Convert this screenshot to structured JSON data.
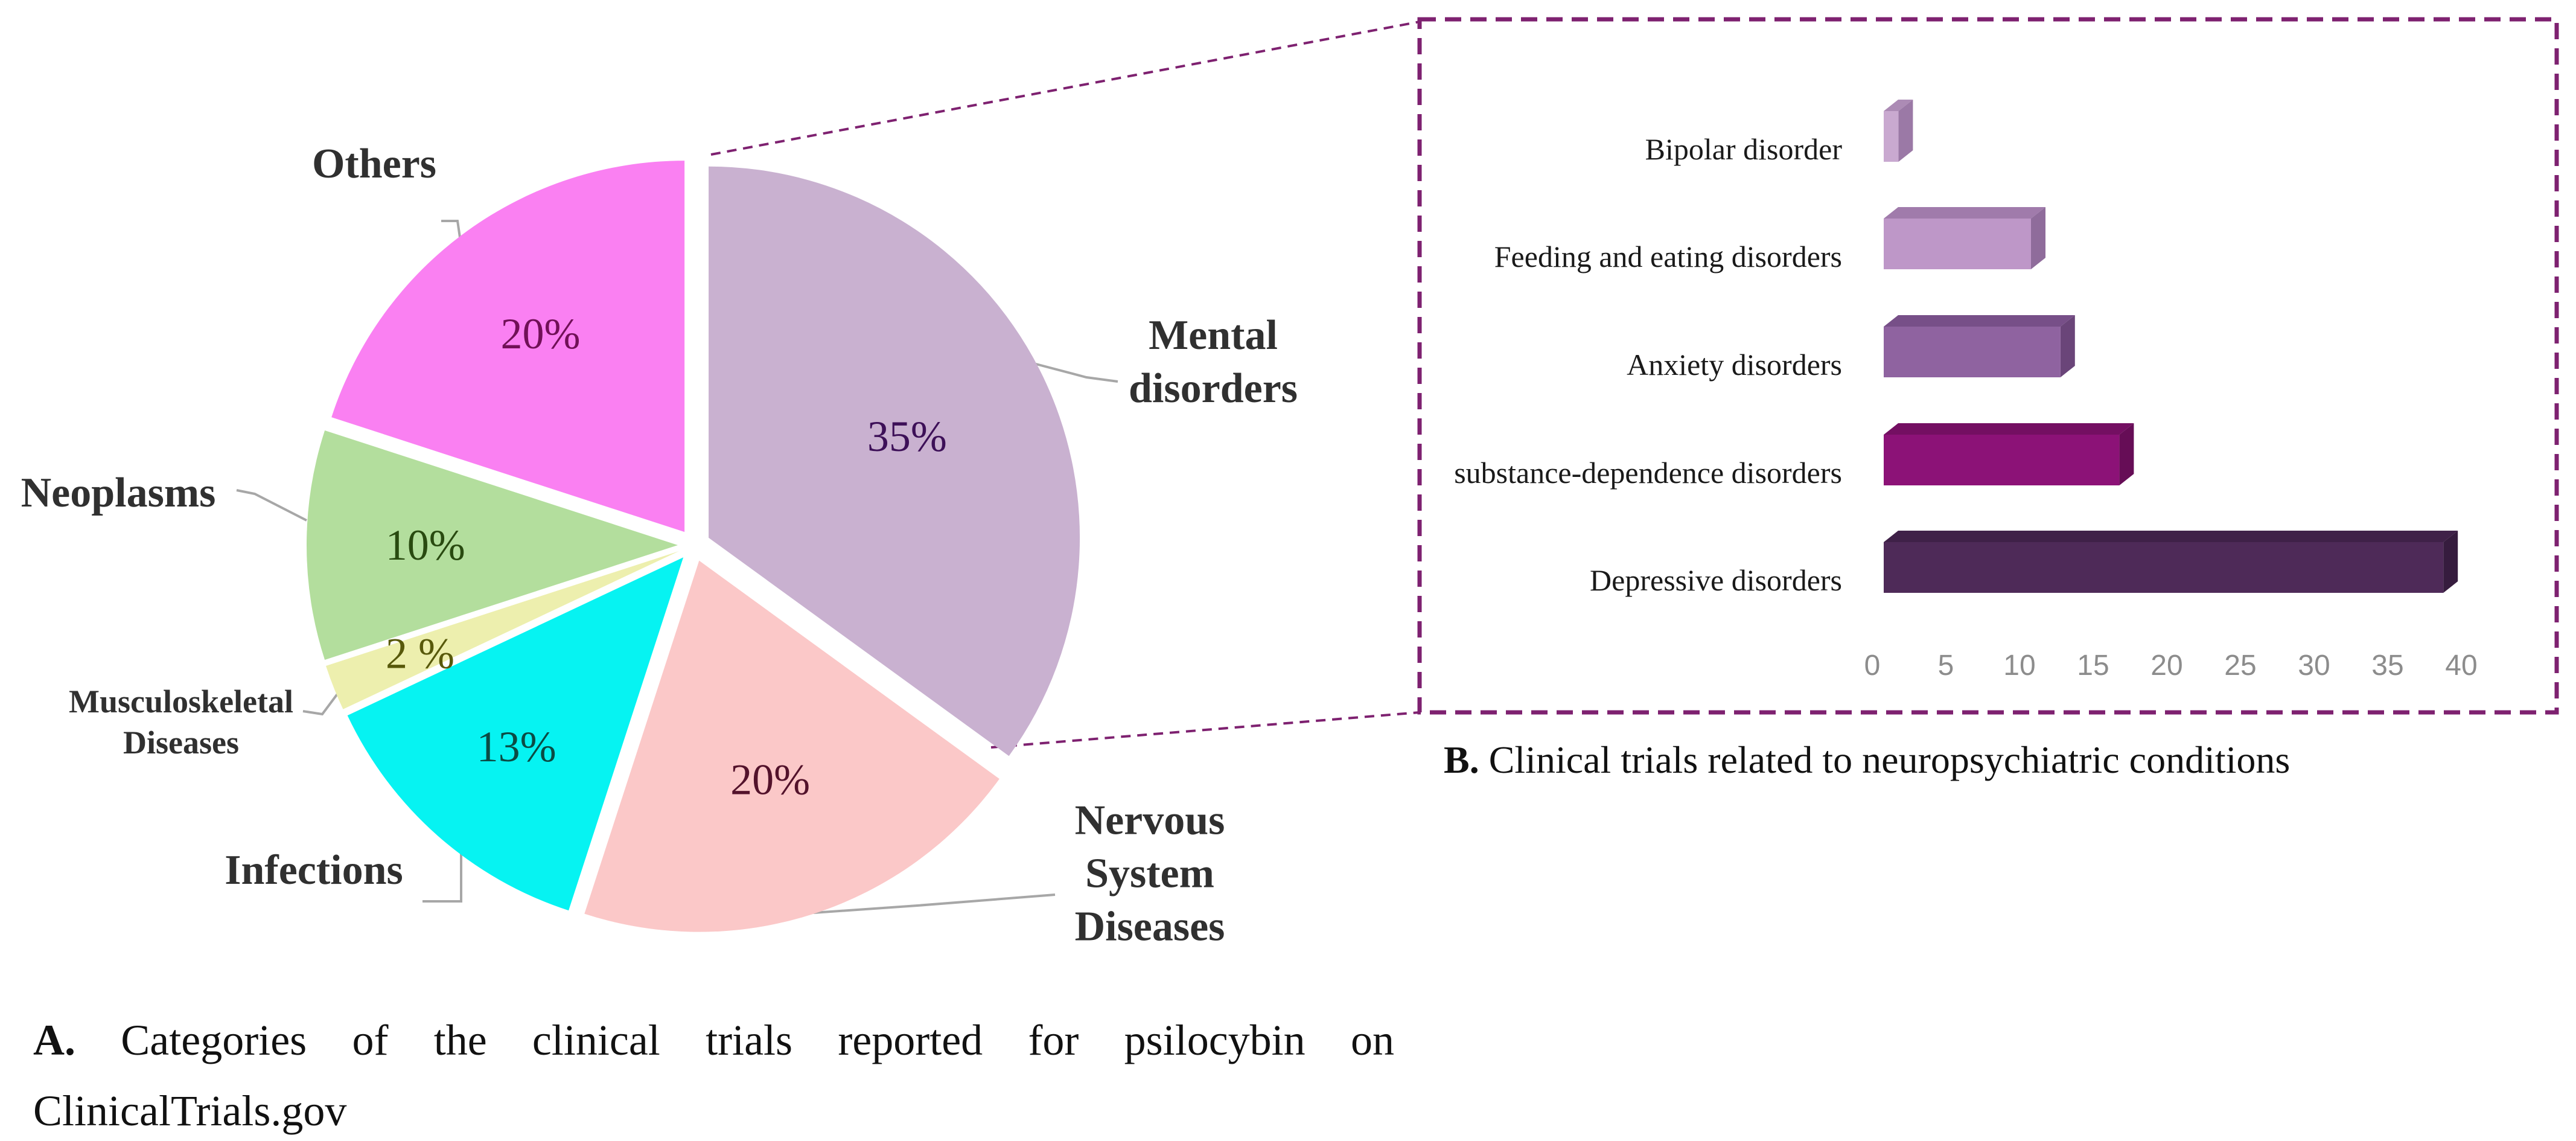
{
  "figure": {
    "panel_a": {
      "caption": {
        "prefix": "A.",
        "line1_rest": "Categories of the clinical trials reported for psilocybin on",
        "line2": "ClinicalTrials.gov"
      }
    },
    "panel_b": {
      "caption": {
        "prefix": "B.",
        "text": "Clinical trials related to neuropsychiatric conditions"
      }
    }
  },
  "chart_data": [
    {
      "type": "pie",
      "panel": "A",
      "title": "",
      "labels": [
        "Mental disorders",
        "Nervous System Diseases",
        "Infections",
        "Musculoskeletal Diseases",
        "Neoplasms",
        "Others"
      ],
      "values": [
        35,
        20,
        13,
        2,
        10,
        20
      ],
      "value_labels": [
        "35%",
        "20%",
        "13%",
        "2 %",
        "10%",
        "20%"
      ],
      "colors": [
        "#C9B1D0",
        "#FBC8C8",
        "#06F3F2",
        "#EDEFAE",
        "#B3DE9D",
        "#FA80F2"
      ],
      "value_label_colors": [
        "#3D1058",
        "#53122B",
        "#0B4B44",
        "#58590B",
        "#294A10",
        "#701057"
      ],
      "start_angle": "12 o'clock, clockwise",
      "exploded": true,
      "legend": "none, external bold labels with gray leader lines"
    },
    {
      "type": "bar",
      "panel": "B",
      "orientation": "horizontal",
      "style": "3d",
      "categories": [
        "Bipolar disorder",
        "Feeding and eating disorders",
        "Anxiety disorders",
        "substance-dependence disorders",
        "Depressive disorders"
      ],
      "values": [
        1,
        10,
        12,
        16,
        38
      ],
      "xlabel": "",
      "ylabel": "",
      "xlim": [
        0,
        40
      ],
      "x_ticks": [
        0,
        5,
        10,
        15,
        20,
        25,
        30,
        35,
        40
      ],
      "bar_colors": [
        "#C9A9D0",
        "#BE97C8",
        "#8F63A0",
        "#8C1277",
        "#4E2A58"
      ],
      "bar_colors_top": [
        "#AC8BB5",
        "#A07BAB",
        "#774F88",
        "#740F62",
        "#3F2148"
      ],
      "bar_colors_side": [
        "#9B79A6",
        "#8F6C9B",
        "#6A4579",
        "#660D56",
        "#361C3E"
      ],
      "tick_color": "#8C8C8C",
      "box_border_color": "#7E2170",
      "grid": false,
      "legend_position": "none"
    }
  ]
}
